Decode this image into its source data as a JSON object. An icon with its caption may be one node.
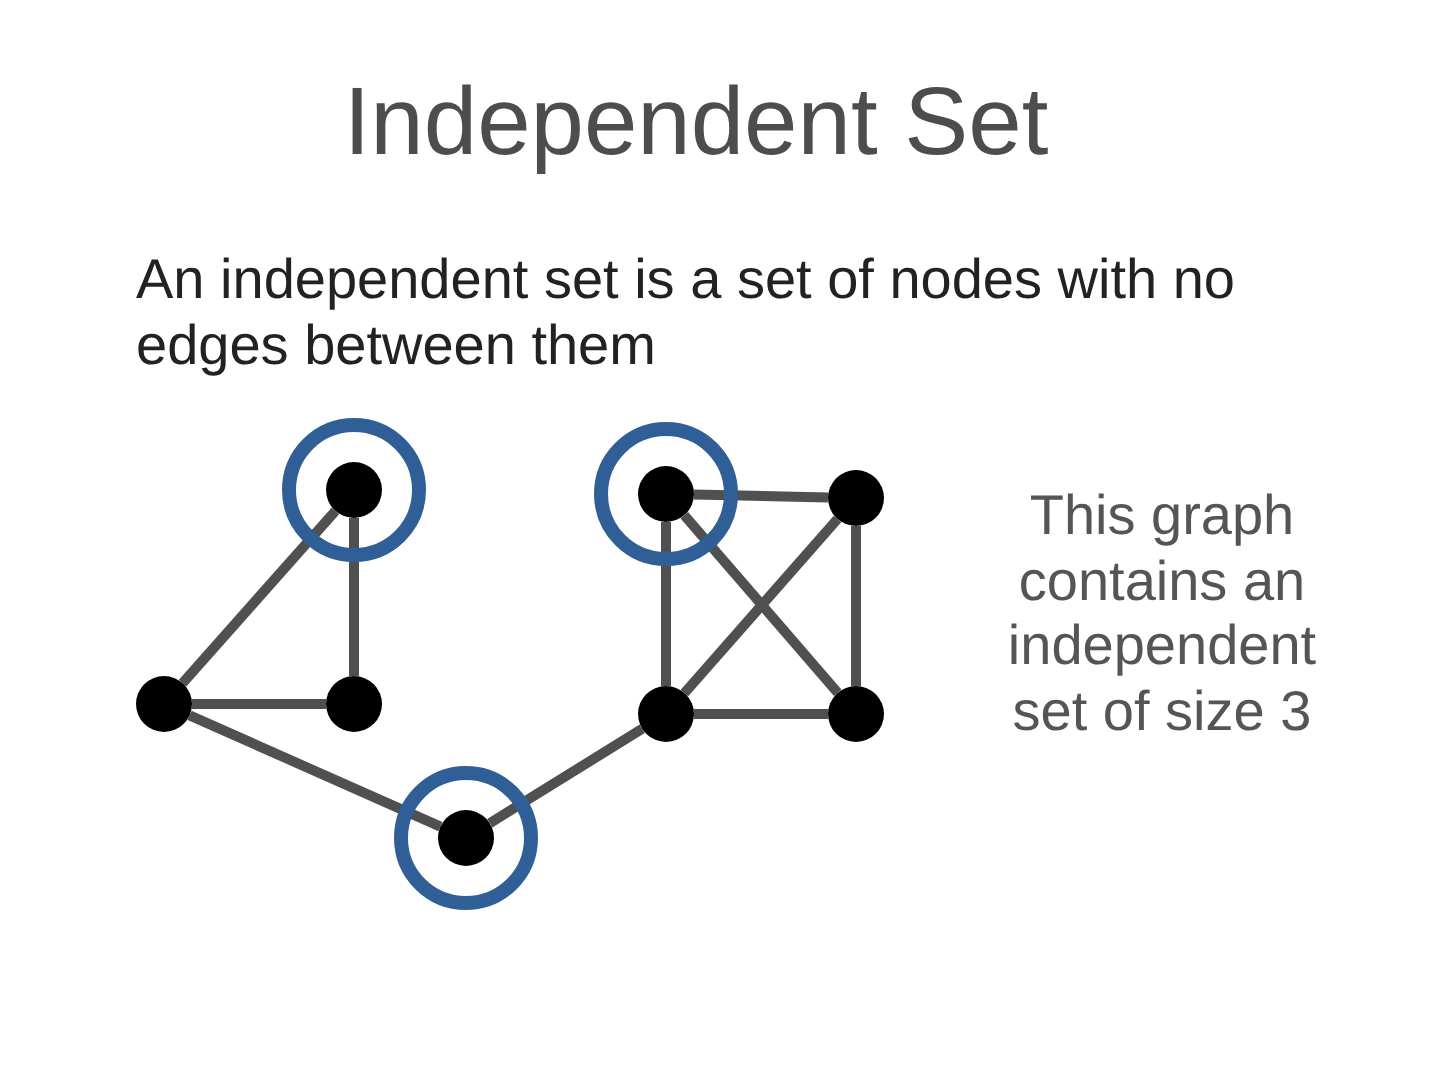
{
  "diagram": {
    "title": "Independent Set",
    "nodes": [
      {
        "text": [],
        "shape": "ring"
      },
      {
        "text": [],
        "shape": "circle",
        "in": 0
      },
      {
        "text": [],
        "shape": "ring"
      },
      {
        "text": [],
        "shape": "circle",
        "in": 2
      },
      {
        "text": [],
        "shape": "circle"
      },
      {
        "text": [],
        "shape": "circle"
      },
      {
        "text": [],
        "shape": "circle"
      },
      {
        "text": [],
        "shape": "circle"
      },
      {
        "text": [],
        "shape": "circle"
      },
      {
        "text": [],
        "shape": "ring"
      },
      {
        "text": [],
        "shape": "circle",
        "in": 9
      }
    ],
    "edges": [
      {
        "from": 1,
        "to": 5,
        "arrow": "none"
      },
      {
        "from": 1,
        "to": 6,
        "arrow": "none"
      },
      {
        "from": 5,
        "to": 6,
        "arrow": "none"
      },
      {
        "from": 5,
        "to": 10,
        "arrow": "none"
      },
      {
        "from": 10,
        "to": 7,
        "arrow": "none"
      },
      {
        "from": 3,
        "to": 4,
        "arrow": "none"
      },
      {
        "from": 3,
        "to": 7,
        "arrow": "none"
      },
      {
        "from": 3,
        "to": 8,
        "arrow": "none"
      },
      {
        "from": 4,
        "to": 7,
        "arrow": "none"
      },
      {
        "from": 4,
        "to": 8,
        "arrow": "none"
      },
      {
        "from": 7,
        "to": 8,
        "arrow": "none"
      }
    ],
    "labels": [
      "An independent set is a set of nodes with no edges between them",
      "This graph contains an independent set of size 3"
    ]
  }
}
